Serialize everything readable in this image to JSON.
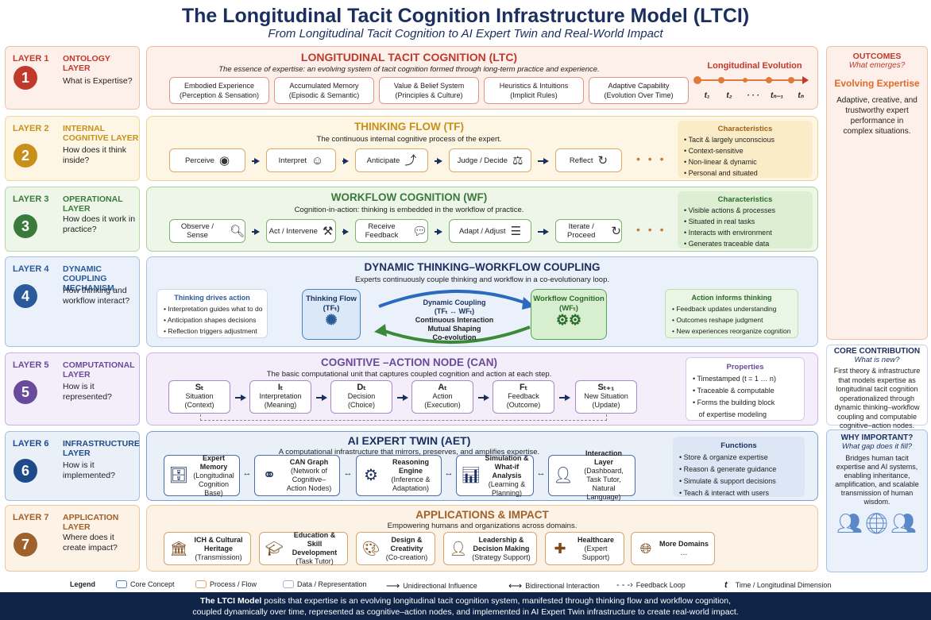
{
  "title": "The Longitudinal Tacit Cognition Infrastructure Model (LTCI)",
  "subtitle": "From Longitudinal Tacit Cognition to AI Expert Twin and Real-World Impact",
  "layers": [
    {
      "num": "LAYER 1",
      "name": "ONTOLOGY LAYER",
      "digit": "1",
      "question": "What is Expertise?",
      "color": "#c0392b",
      "bg": "#fdf0ea",
      "border": "#f0c2a8"
    },
    {
      "num": "LAYER 2",
      "name": "INTERNAL COGNITIVE LAYER",
      "digit": "2",
      "question": "How does it think inside?",
      "color": "#c8901a",
      "bg": "#fdf6e4",
      "border": "#f0d9a0"
    },
    {
      "num": "LAYER 3",
      "name": "OPERATIONAL LAYER",
      "digit": "3",
      "question": "How does it work in practice?",
      "color": "#3a7a3a",
      "bg": "#eef6ea",
      "border": "#b8d9a8"
    },
    {
      "num": "LAYER 4",
      "name": "DYNAMIC COUPLING MECHANISM",
      "digit": "4",
      "question": "How thinking and workflow interact?",
      "color": "#2a5a9a",
      "bg": "#eaf1fa",
      "border": "#a8c2e4"
    },
    {
      "num": "LAYER 5",
      "name": "COMPUTATIONAL LAYER",
      "digit": "5",
      "question": "How is it represented?",
      "color": "#6a4a9a",
      "bg": "#f3eefa",
      "border": "#c8b4e0"
    },
    {
      "num": "LAYER 6",
      "name": "INFRASTRUCTURE LAYER",
      "digit": "6",
      "question": "How is it implemented?",
      "color": "#1f4a8a",
      "bg": "#eaf0f8",
      "border": "#a8bedd"
    },
    {
      "num": "LAYER 7",
      "name": "APPLICATION LAYER",
      "digit": "7",
      "question": "Where does it create impact?",
      "color": "#a0602a",
      "bg": "#fcf2e6",
      "border": "#ecc8a0"
    }
  ],
  "ltc": {
    "title": "LONGITUDINAL TACIT COGNITION (LTC)",
    "sub": "The essence of expertise: an evolving system of tacit cognition formed through long-term practice and experience.",
    "items": [
      {
        "t": "Embodied Experience",
        "s": "(Perception & Sensation)"
      },
      {
        "t": "Accumulated Memory",
        "s": "(Episodic & Semantic)"
      },
      {
        "t": "Value & Belief System",
        "s": "(Principles & Culture)"
      },
      {
        "t": "Heuristics & Intuitions",
        "s": "(Implicit Rules)"
      },
      {
        "t": "Adaptive Capability",
        "s": "(Evolution Over Time)"
      }
    ],
    "evo_title": "Longitudinal Evolution",
    "evo_labels": [
      "t₁",
      "t₂",
      "· · ·",
      "tₙ₋₁",
      "tₙ"
    ]
  },
  "tf": {
    "title": "THINKING FLOW (TF)",
    "sub": "The continuous internal cognitive process of the expert.",
    "steps": [
      {
        "t": "Perceive",
        "icon": "eye-icon",
        "g": "◉"
      },
      {
        "t": "Interpret",
        "icon": "head-icon",
        "g": "☺"
      },
      {
        "t": "Anticipate",
        "icon": "trend-icon",
        "g": "⤴"
      },
      {
        "t": "Judge / Decide",
        "icon": "scale-icon",
        "g": "⚖"
      },
      {
        "t": "Reflect",
        "icon": "cycle-icon",
        "g": "↻"
      }
    ],
    "char_title": "Characteristics",
    "chars": [
      "• Tacit & largely unconscious",
      "• Context-sensitive",
      "• Non-linear & dynamic",
      "• Personal and situated"
    ]
  },
  "wf": {
    "title": "WORKFLOW COGNITION (WF)",
    "sub": "Cognition-in-action: thinking is embedded in the workflow of practice.",
    "steps": [
      {
        "t": "Observe / Sense",
        "icon": "magnifier-icon",
        "g": "🔍︎"
      },
      {
        "t": "Act / Intervene",
        "icon": "hammer-icon",
        "g": "⚒"
      },
      {
        "t": "Receive Feedback",
        "icon": "chat-icon",
        "g": "💬︎"
      },
      {
        "t": "Adapt / Adjust",
        "icon": "sliders-icon",
        "g": "☰"
      },
      {
        "t": "Iterate / Proceed",
        "icon": "cycle-icon",
        "g": "↻"
      }
    ],
    "char_title": "Characteristics",
    "chars": [
      "• Visible actions & processes",
      "• Situated in real tasks",
      "• Interacts with environment",
      "• Generates traceable data"
    ]
  },
  "dc": {
    "title": "DYNAMIC THINKING–WORKFLOW COUPLING",
    "sub": "Experts continuously couple thinking and workflow in a co-evolutionary loop.",
    "left_title": "Thinking drives action",
    "left": [
      "• Interpretation guides what to do",
      "• Anticipation shapes decisions",
      "• Reflection triggers adjustment"
    ],
    "tf_label": "Thinking Flow",
    "tf_sub": "(TFₜ)",
    "wf_label": "Workflow Cognition",
    "wf_sub": "(WFₜ)",
    "mid_title": "Dynamic Coupling",
    "mid_sub": "(TFₜ ↔ WFₜ)",
    "mid_lines": [
      "Continuous Interaction",
      "Mutual Shaping",
      "Co-evolution"
    ],
    "right_title": "Action informs thinking",
    "right": [
      "• Feedback updates understanding",
      "• Outcomes reshape judgment",
      "• New experiences reorganize cognition"
    ]
  },
  "can": {
    "title": "COGNITIVE –ACTION NODE (CAN)",
    "sub": "The basic computational unit that captures coupled cognition and action at each step.",
    "nodes": [
      {
        "s": "Sₜ",
        "a": "Situation",
        "b": "(Context)"
      },
      {
        "s": "Iₜ",
        "a": "Interpretation",
        "b": "(Meaning)"
      },
      {
        "s": "Dₜ",
        "a": "Decision",
        "b": "(Choice)"
      },
      {
        "s": "Aₜ",
        "a": "Action",
        "b": "(Execution)"
      },
      {
        "s": "Fₜ",
        "a": "Feedback",
        "b": "(Outcome)"
      },
      {
        "s": "Sₜ₊₁",
        "a": "New Situation",
        "b": "(Update)"
      }
    ],
    "prop_title": "Properties",
    "props": [
      "• Timestamped (t = 1 … n)",
      "• Traceable & computable",
      "• Forms the building block",
      "   of expertise modeling"
    ]
  },
  "aet": {
    "title": "AI EXPERT TWIN (AET)",
    "sub": "A computational infrastructure that mirrors, preserves, and amplifies expertise.",
    "items": [
      {
        "t": "Expert Memory",
        "s": "(Longitudinal Cognition Base)",
        "icon": "database-icon",
        "g": "🗄︎"
      },
      {
        "t": "CAN Graph",
        "s": "(Network of Cognitive–Action Nodes)",
        "icon": "graph-icon",
        "g": "⚭"
      },
      {
        "t": "Reasoning Engine",
        "s": "(Inference & Adaptation)",
        "icon": "gears-icon",
        "g": "⚙"
      },
      {
        "t": "Simulation & What-if Analysis",
        "s": "(Learning & Planning)",
        "icon": "chart-icon",
        "g": "📊︎"
      },
      {
        "t": "Interaction Layer",
        "s": "(Dashboard, Task Tutor, Natural Language)",
        "icon": "user-chat-icon",
        "g": "👤︎"
      }
    ],
    "func_title": "Functions",
    "funcs": [
      "• Store & organize expertise",
      "• Reason & generate guidance",
      "• Simulate & support decisions",
      "• Teach & interact with users"
    ]
  },
  "app": {
    "title": "APPLICATIONS & IMPACT",
    "sub": "Empowering humans and organizations across domains.",
    "items": [
      {
        "t": "ICH & Cultural Heritage",
        "s": "(Transmission)",
        "icon": "museum-icon",
        "g": "🏛︎"
      },
      {
        "t": "Education & Skill Development",
        "s": "(Task Tutor)",
        "icon": "graduation-cap-icon",
        "g": "🎓︎"
      },
      {
        "t": "Design & Creativity",
        "s": "(Co-creation)",
        "icon": "palette-icon",
        "g": "🎨︎"
      },
      {
        "t": "Leadership & Decision Making",
        "s": "(Strategy Support)",
        "icon": "leader-icon",
        "g": "👤︎"
      },
      {
        "t": "Healthcare",
        "s": "(Expert Support)",
        "icon": "medical-kit-icon",
        "g": "✚"
      },
      {
        "t": "More Domains",
        "s": "…",
        "icon": "globe-icon",
        "g": "🌐︎"
      }
    ]
  },
  "outcomes": {
    "h1": "OUTCOMES",
    "h2": "What emerges?",
    "h3": "Evolving Expertise",
    "body": "Adaptive, creative, and trustworthy expert performance in complex situations."
  },
  "core": {
    "h1": "CORE CONTRIBUTION",
    "h2": "What is new?",
    "body": "First theory & infrastructure that models expertise as longitudinal tacit cognition operationalized through dynamic thinking–workflow coupling and computable cognitive–action nodes."
  },
  "why": {
    "h1": "WHY IMPORTANT?",
    "h2": "What gap does it fill?",
    "body": "Bridges human tacit expertise and AI systems, enabling inheritance, amplification, and scalable transmission of human wisdom."
  },
  "legend": {
    "label": "Legend",
    "items": [
      "Core Concept",
      "Process / Flow",
      "Data / Representation",
      "Unidirectional Influence",
      "Bidirectional Interaction",
      "Feedback Loop",
      "Time / Longitudinal Dimension"
    ],
    "t": "t"
  },
  "footer": {
    "bold": "The LTCI Model",
    "rest": " posits that expertise is an evolving longitudinal tacit cognition system, manifested through thinking flow and workflow cognition,",
    "line2": "coupled dynamically over time, represented as cognitive–action nodes, and implemented in AI Expert Twin infrastructure to create real-world impact."
  },
  "colors": {
    "navy": "#1a2f5e",
    "ltc_red": "#c0392b",
    "footer_bg": "#0f2347"
  }
}
